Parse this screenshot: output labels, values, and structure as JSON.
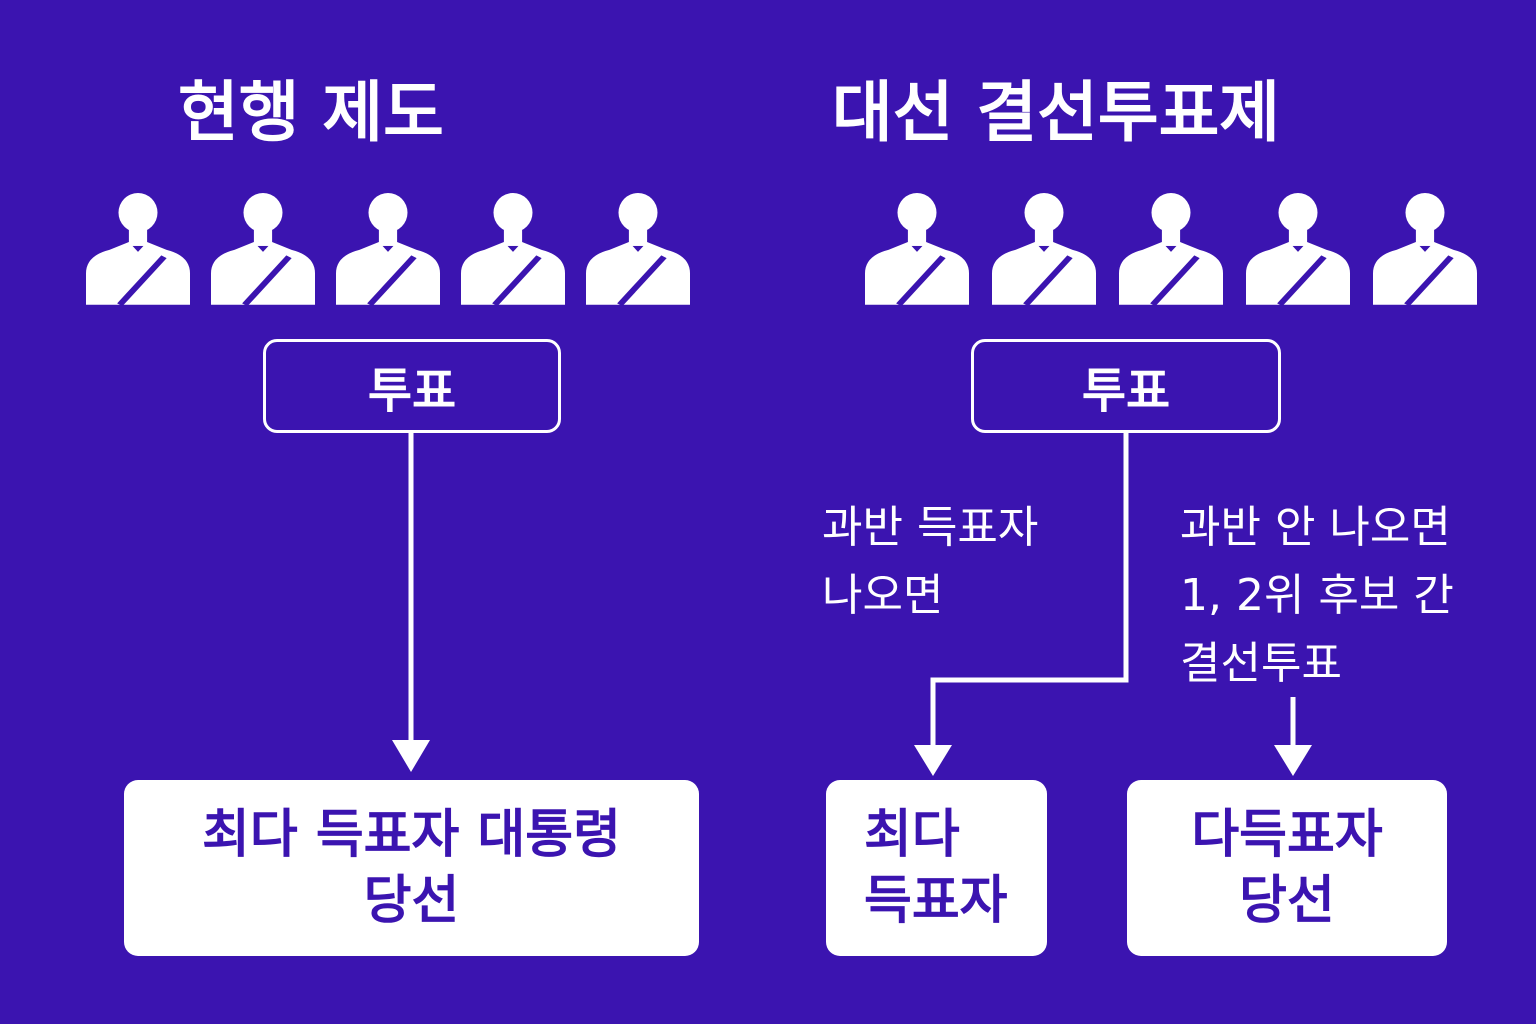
{
  "colors": {
    "background": "#3b14b0",
    "foreground": "#ffffff",
    "box_text": "#3b14b0"
  },
  "icons": {
    "voter": "person-icon"
  },
  "left": {
    "title": "현행 제도",
    "voter_count": 5,
    "vote_label": "투표",
    "result": {
      "line1": "최다 득표자 대통령",
      "line2": "당선"
    }
  },
  "right": {
    "title": "대선 결선투표제",
    "voter_count": 5,
    "vote_label": "투표",
    "branch_majority": {
      "label_line1": "과반 득표자",
      "label_line2": "나오면",
      "result": {
        "line1": "최다",
        "line2": "득표자"
      }
    },
    "branch_no_majority": {
      "label_line1": "과반 안 나오면",
      "label_line2": "1, 2위 후보 간",
      "label_line3": "결선투표",
      "result": {
        "line1": "다득표자",
        "line2": "당선"
      }
    }
  }
}
